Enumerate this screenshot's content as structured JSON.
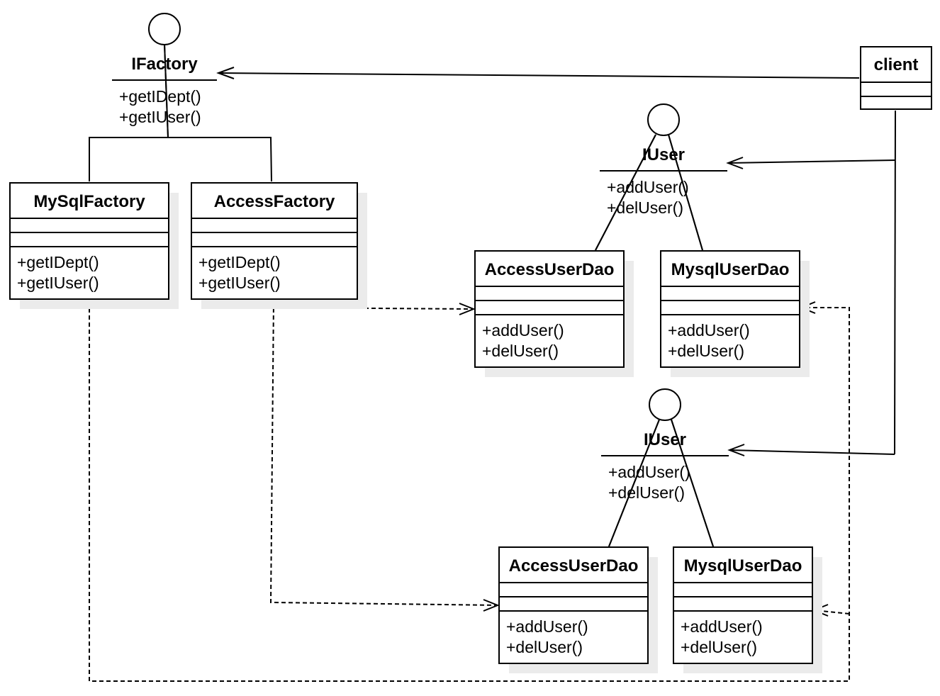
{
  "diagram": {
    "ifactory": {
      "name": "IFactory",
      "ops": [
        "+getIDept()",
        "+getIUser()"
      ]
    },
    "client": {
      "name": "client"
    },
    "mysql_factory": {
      "name": "MySqlFactory",
      "ops": [
        "+getIDept()",
        "+getIUser()"
      ]
    },
    "access_factory": {
      "name": "AccessFactory",
      "ops": [
        "+getIDept()",
        "+getIUser()"
      ]
    },
    "iuser_top": {
      "name": "IUser",
      "ops": [
        "+addUser()",
        "+delUser()"
      ]
    },
    "access_user_dao_top": {
      "name": "AccessUserDao",
      "ops": [
        "+addUser()",
        "+delUser()"
      ]
    },
    "mysql_user_dao_top": {
      "name": "MysqlUserDao",
      "ops": [
        "+addUser()",
        "+delUser()"
      ]
    },
    "iuser_bottom": {
      "name": "IUser",
      "ops": [
        "+addUser()",
        "+delUser()"
      ]
    },
    "access_user_dao_bottom": {
      "name": "AccessUserDao",
      "ops": [
        "+addUser()",
        "+delUser()"
      ]
    },
    "mysql_user_dao_bottom": {
      "name": "MysqlUserDao",
      "ops": [
        "+addUser()",
        "+delUser()"
      ]
    }
  }
}
